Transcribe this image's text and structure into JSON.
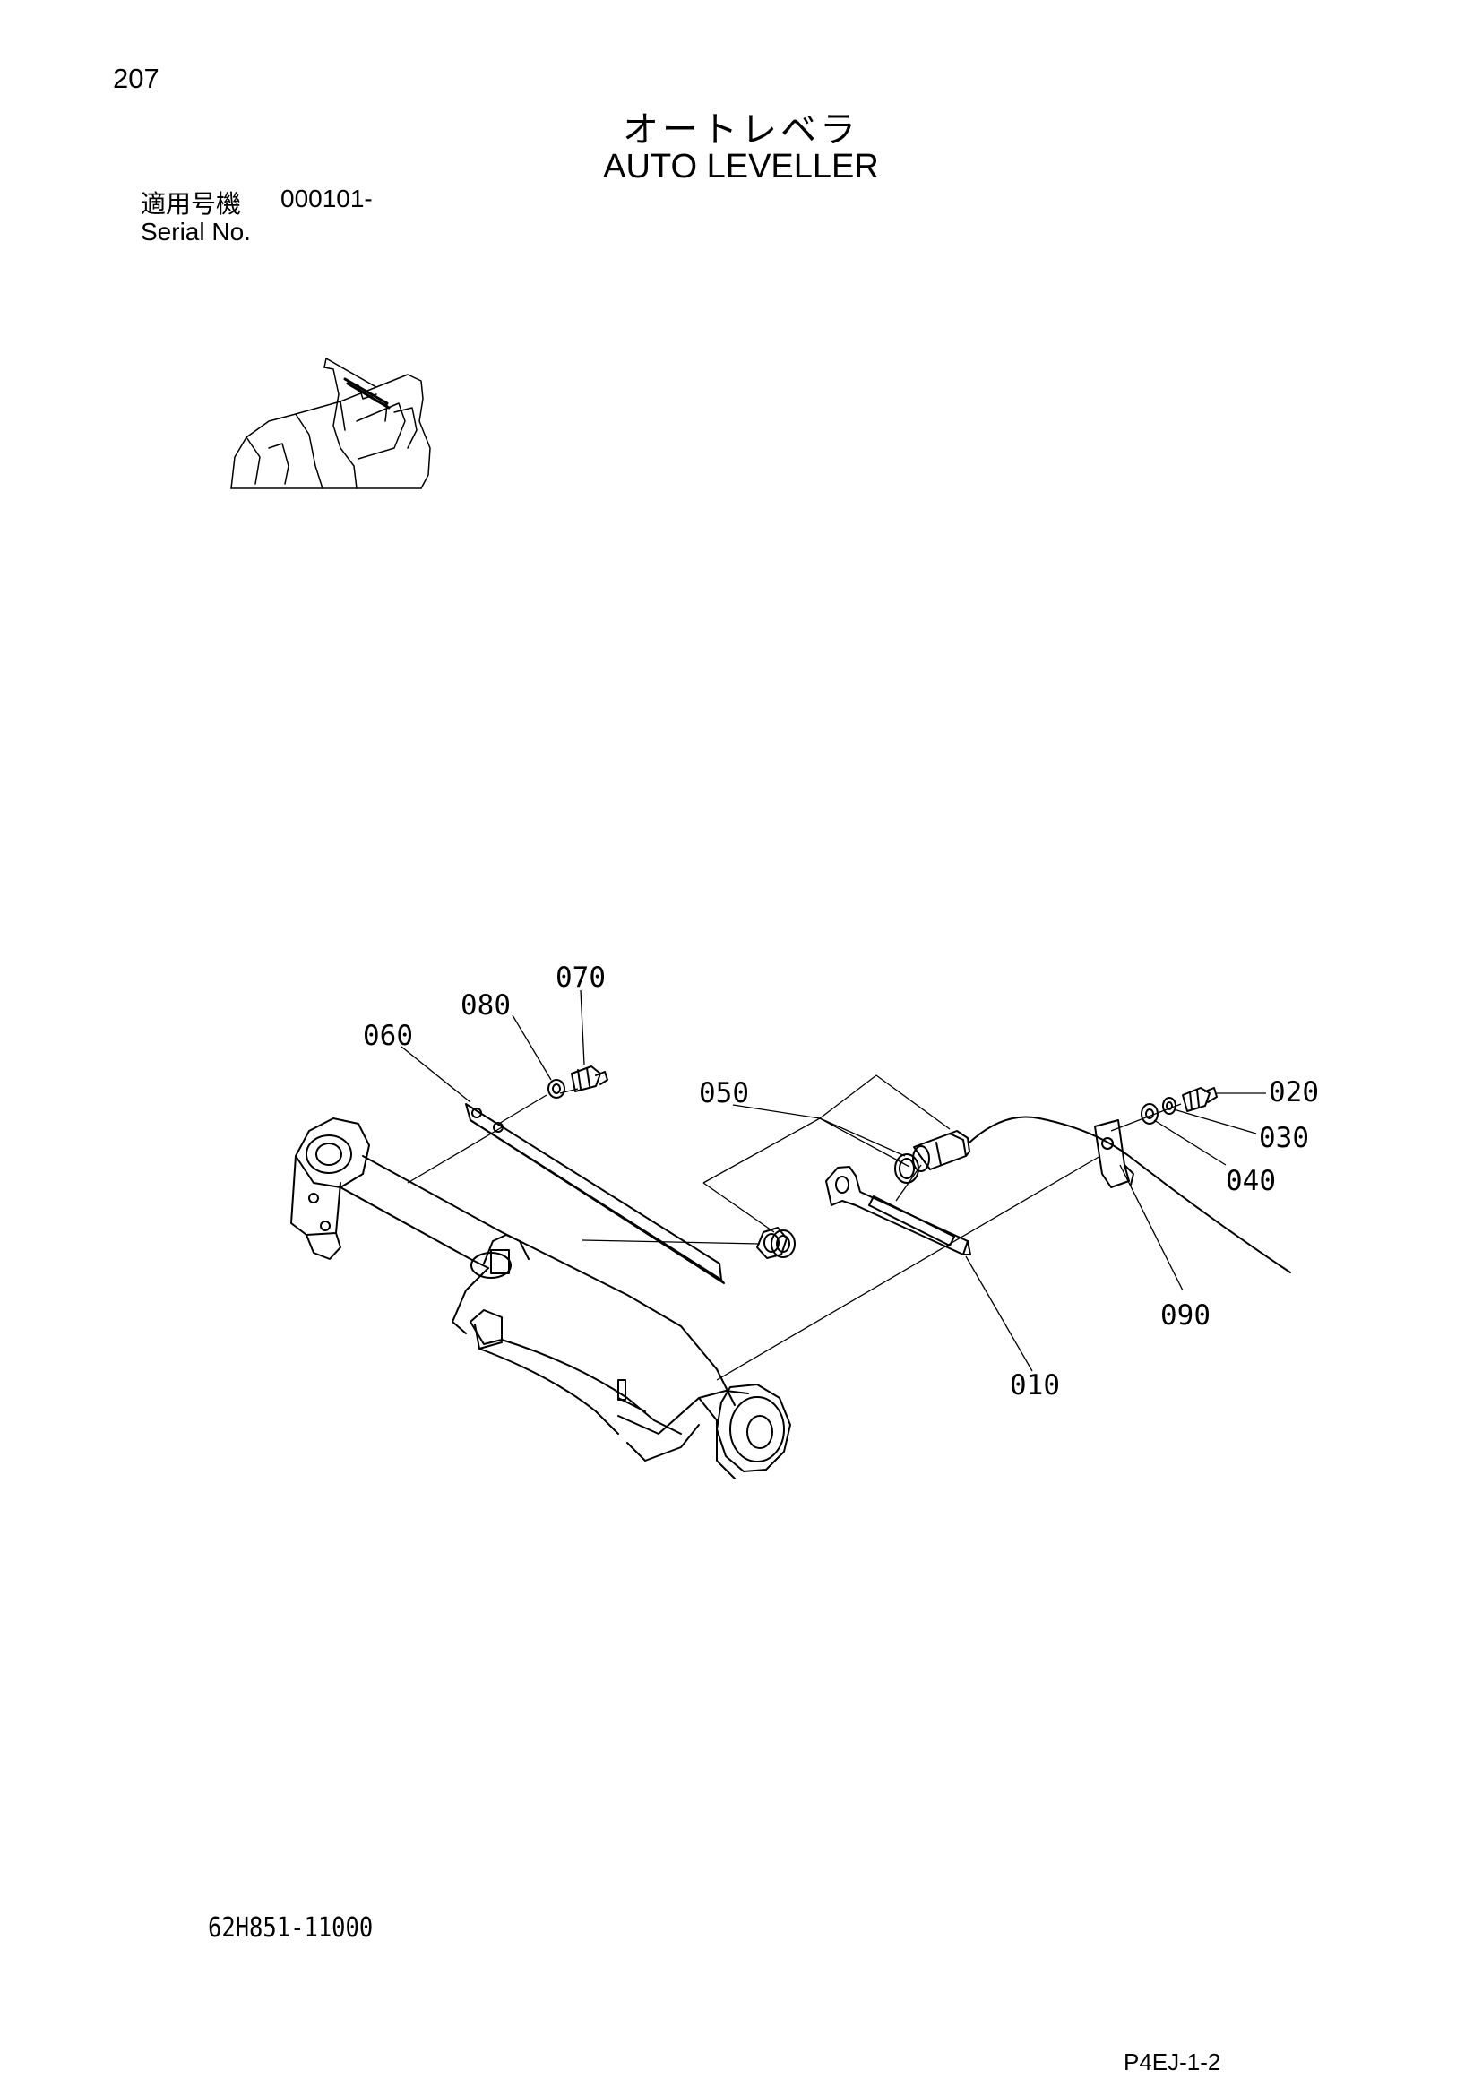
{
  "header": {
    "page_number": "207",
    "title_ja": "オートレベラ",
    "title_en": "AUTO LEVELLER"
  },
  "serial": {
    "label_ja": "適用号機",
    "range": "000101-",
    "label_en": "Serial No."
  },
  "callouts": {
    "c010": "010",
    "c020": "020",
    "c030": "030",
    "c040": "040",
    "c050": "050",
    "c060": "060",
    "c070": "070",
    "c080": "080",
    "c090": "090"
  },
  "footer": {
    "part_code": "62H851-11000",
    "page_ref": "P4EJ-1-2"
  }
}
